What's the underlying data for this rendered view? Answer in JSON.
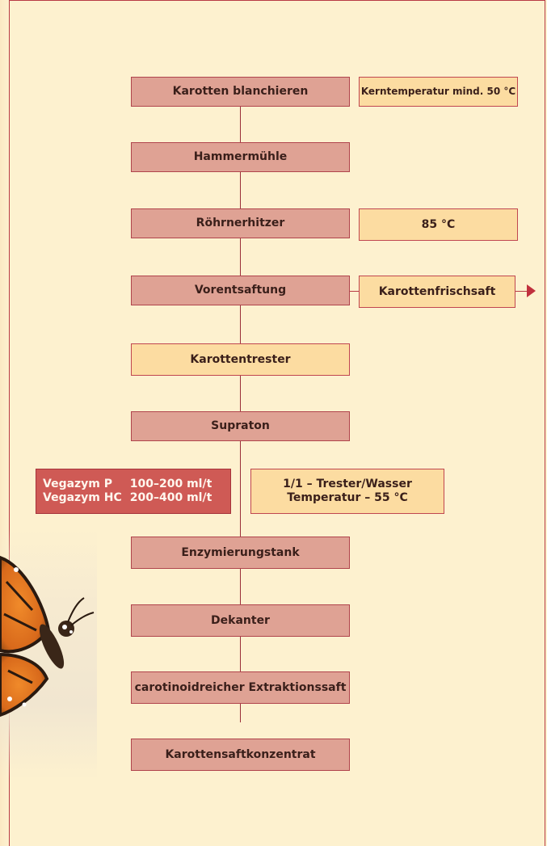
{
  "flow": {
    "steps": [
      "Karotten blanchieren",
      "Hammermühle",
      "Röhrnerhitzer",
      "Vorentsaftung",
      "Karottentrester",
      "Supraton",
      "Enzymierungstank",
      "Dekanter",
      "carotinoidreicher Extraktionssaft",
      "Karottensaftkonzentrat"
    ],
    "notes": {
      "blanch_temp": "Kerntemperatur mind. 50 °C",
      "heater_temp": "85 °C",
      "fresh_juice": "Karottenfrischsaft",
      "ratio": "1/1 – Trester/Wasser",
      "temperature": "Temperatur – 55 °C"
    },
    "enzymes": [
      {
        "name": "Vegazym P",
        "dose": "100–200 ml/t"
      },
      {
        "name": "Vegazym HC",
        "dose": "200–400 ml/t"
      }
    ]
  },
  "colors": {
    "process_box": "#dfa294",
    "note_box": "#fcdca1",
    "enzyme_box": "#cf5a55",
    "line": "#b83a44",
    "background": "#fdf1cf"
  },
  "icons": [
    "butterfly-illustration",
    "arrow-right-icon"
  ]
}
